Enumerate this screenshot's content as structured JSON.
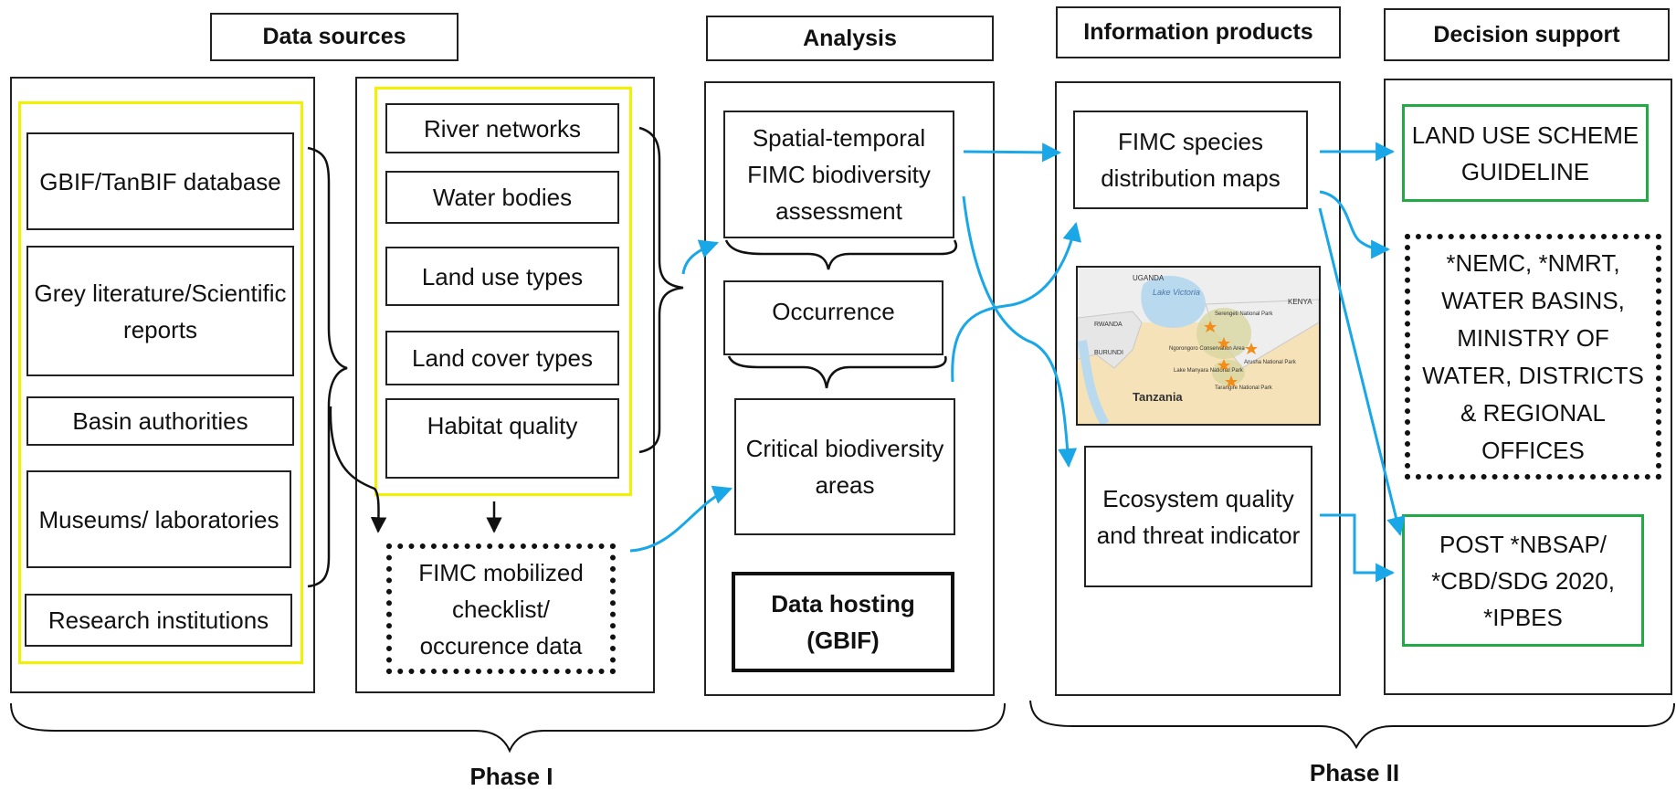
{
  "headers": {
    "data_sources": "Data sources",
    "analysis": "Analysis",
    "information_products": "Information products",
    "decision_support": "Decision support"
  },
  "sources_left": [
    "GBIF/TanBIF database",
    "Grey literature/Scientific reports",
    "Basin authorities",
    "Museums/ laboratories",
    "Research institutions"
  ],
  "sources_right": [
    "River networks",
    "Water bodies",
    "Land use types",
    "Land cover types",
    "Habitat quality"
  ],
  "mobilized": "FIMC mobilized checklist/ occurence data",
  "analysis": {
    "assessment": "Spatial-temporal FIMC biodiversity assessment",
    "occurrence": "Occurrence",
    "critical": "Critical biodiversity areas",
    "hosting": "Data hosting (GBIF)"
  },
  "products": {
    "maps": "FIMC species distribution maps",
    "ecosystem": "Ecosystem quality and threat indicator"
  },
  "map_labels": {
    "uganda": "UGANDA",
    "kenya": "KENYA",
    "rwanda": "RWANDA",
    "burundi": "BURUNDI",
    "lake": "Lake Victoria",
    "serengeti": "Serengeti National Park",
    "ngorongoro": "Ngorongoro Conservation Area",
    "arusha": "Arusha National Park",
    "manyara": "Lake Manyara National Park",
    "tarangire": "Tarangire National Park",
    "tanzania": "Tanzania"
  },
  "decision": {
    "land_use": "LAND USE SCHEME GUIDELINE",
    "agencies": "*NEMC, *NMRT, WATER BASINS, MINISTRY OF WATER, DISTRICTS & REGIONAL OFFICES",
    "post": "POST *NBSAP/ *CBD/SDG 2020, *IPBES"
  },
  "phases": {
    "phase1": "Phase I",
    "phase2": "Phase II"
  },
  "colors": {
    "arrow_blue": "#1aa7e8",
    "yellow": "#f2f200",
    "green": "#22aa44",
    "land": "#f5e2b8",
    "water": "#b9d9ee",
    "marker": "#f28c1a"
  }
}
